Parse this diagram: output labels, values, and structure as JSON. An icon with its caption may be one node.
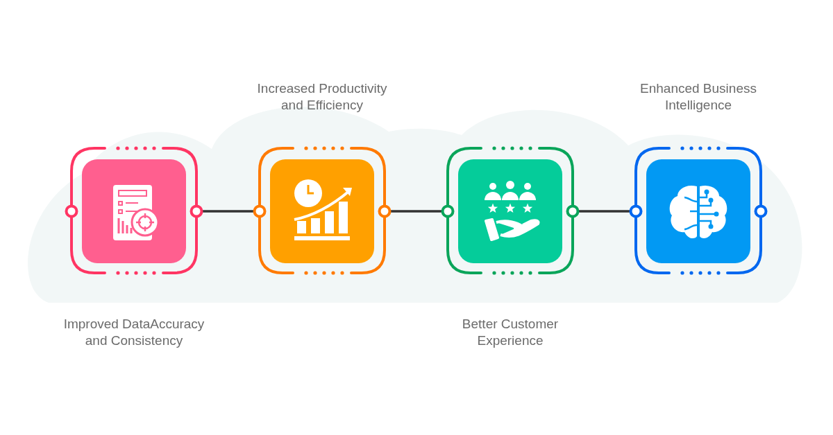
{
  "diagram": {
    "nodes": [
      {
        "text": [
          "Improved DataAccuracy and Consistency"
        ]
      },
      {
        "text": [
          "Increased Productivity and Efficiency"
        ]
      },
      {
        "text": [
          "Better Customer Experience"
        ]
      },
      {
        "text": [
          "Enhanced Business Intelligence"
        ]
      }
    ],
    "edges": [
      {
        "from": 0,
        "to": 1,
        "arrow": "none"
      },
      {
        "from": 1,
        "to": 2,
        "arrow": "none"
      },
      {
        "from": 2,
        "to": 3,
        "arrow": "none"
      }
    ]
  }
}
